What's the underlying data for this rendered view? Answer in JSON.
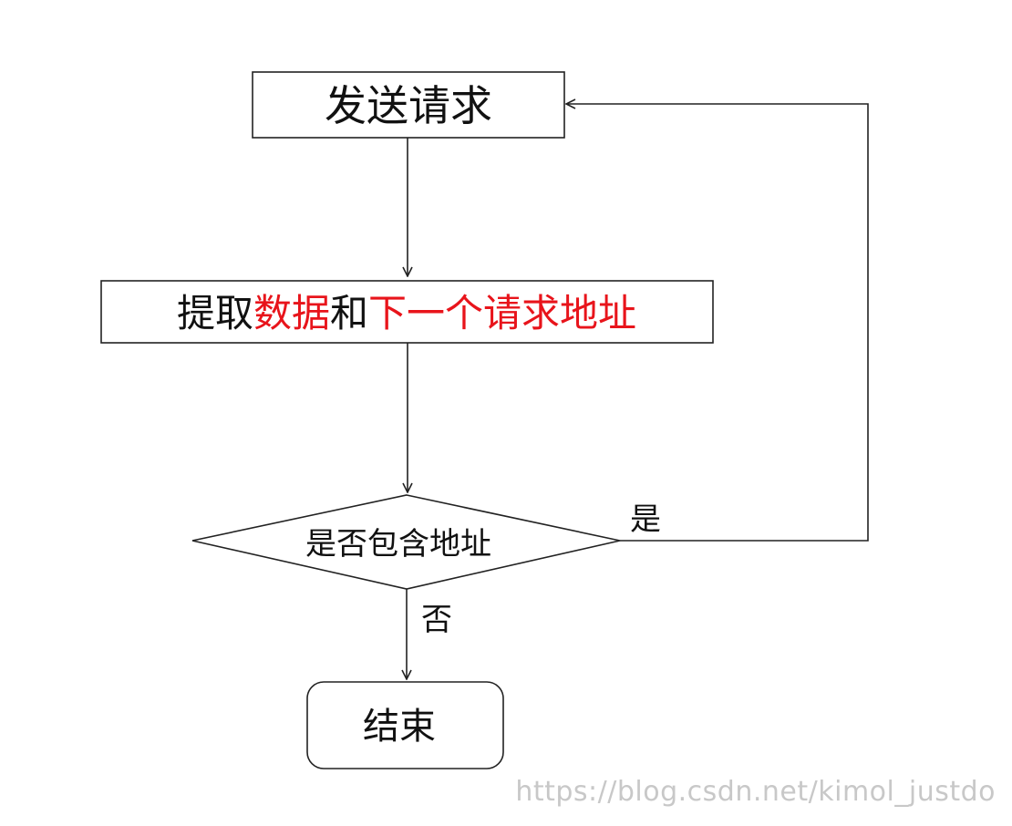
{
  "nodes": {
    "send_request": "发送请求",
    "extract": {
      "p1": "提取",
      "p2": "数据",
      "p3": "和",
      "p4": "下一个请求地址"
    },
    "decision": "是否包含地址",
    "end": "结束"
  },
  "edges": {
    "yes_label": "是",
    "no_label": "否"
  },
  "colors": {
    "highlight": "#e8141b",
    "text": "#111111",
    "stroke": "#222222"
  },
  "watermark": "https://blog.csdn.net/kimol_justdo"
}
